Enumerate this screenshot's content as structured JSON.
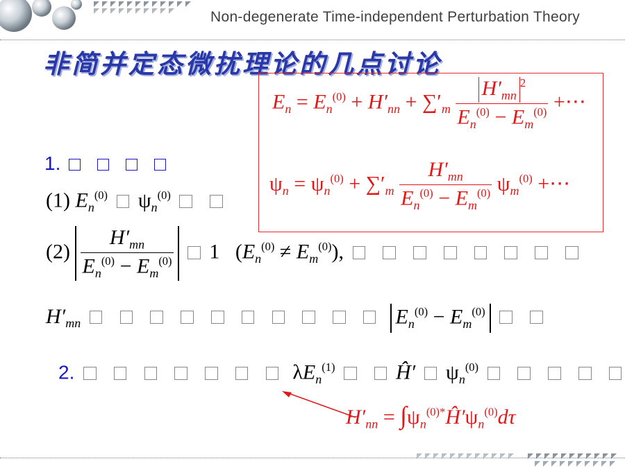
{
  "slide": {
    "english_title": "Non-degenerate Time-independent Perturbation Theory",
    "chinese_title": "非简并定态微扰理论的几点讨论"
  },
  "box": {
    "energy": {
      "lhs": "E",
      "lhs_sub": "n",
      "eq": "=",
      "t1": "E",
      "t1_sub": "n",
      "t1_sup": "(0)",
      "plus1": "+",
      "t2": "H′",
      "t2_sub": "nn",
      "plus2": "+",
      "sum": "∑′",
      "sum_sub": "m",
      "num_H": "H′",
      "num_sub": "mn",
      "num_pow": "2",
      "den": "E",
      "den_sub1": "n",
      "den_sup1": "(0)",
      "den_minus": "−",
      "den_sub2": "m",
      "den_sup2": "(0)",
      "tail": "+⋯"
    },
    "wave": {
      "lhs": "ψ",
      "lhs_sub": "n",
      "eq": "=",
      "t1": "ψ",
      "t1_sub": "n",
      "t1_sup": "(0)",
      "plus": "+",
      "sum": "∑′",
      "sum_sub": "m",
      "num_H": "H′",
      "num_sub": "mn",
      "den": "E",
      "den_sub1": "n",
      "den_sup1": "(0)",
      "den_minus": "−",
      "den_sub2": "m",
      "den_sup2": "(0)",
      "t3": "ψ",
      "t3_sub": "m",
      "t3_sup": "(0)",
      "tail": "+⋯"
    }
  },
  "item1": {
    "number": "1.",
    "boxes": 4
  },
  "line_1": {
    "label": "(1)",
    "e": "E",
    "e_sub": "n",
    "e_sup": "(0)",
    "psi": "ψ",
    "psi_sub": "n",
    "psi_sup": "(0)"
  },
  "line_2": {
    "label": "(2)",
    "num_H": "H′",
    "num_sub": "mn",
    "den": "E",
    "den_sub1": "n",
    "den_sup1": "(0)",
    "den_minus": "−",
    "den_sub2": "m",
    "den_sup2": "(0)",
    "one": "1",
    "cond_open": "(",
    "cond_e1": "E",
    "cond_sub1": "n",
    "cond_sup1": "(0)",
    "neq": "≠",
    "cond_e2": "E",
    "cond_sub2": "m",
    "cond_sup2": "(0)",
    "cond_close": "),"
  },
  "line_3": {
    "H": "H′",
    "H_sub": "mn",
    "abs_e1": "E",
    "abs_sub1": "n",
    "abs_sup1": "(0)",
    "abs_minus": "−",
    "abs_e2": "E",
    "abs_sub2": "m",
    "abs_sup2": "(0)"
  },
  "item2": {
    "number": "2.",
    "lambda": "λ",
    "e": "E",
    "e_sub": "n",
    "e_sup": "(1)",
    "hat_h": "Ĥ′",
    "psi": "ψ",
    "psi_sub": "n",
    "psi_sup": "(0)"
  },
  "matrix_element": {
    "lhs": "H′",
    "lhs_sub": "nn",
    "eq": "=",
    "integral": "∫",
    "psi1": "ψ",
    "psi1_sub": "n",
    "psi1_sup": "(0)*",
    "op": "Ĥ′",
    "psi2": "ψ",
    "psi2_sub": "n",
    "psi2_sup": "(0)",
    "d": "dτ"
  },
  "colors": {
    "title_blue": "#2838a8",
    "formula_red": "#e01818",
    "number_blue": "#1818c8"
  }
}
